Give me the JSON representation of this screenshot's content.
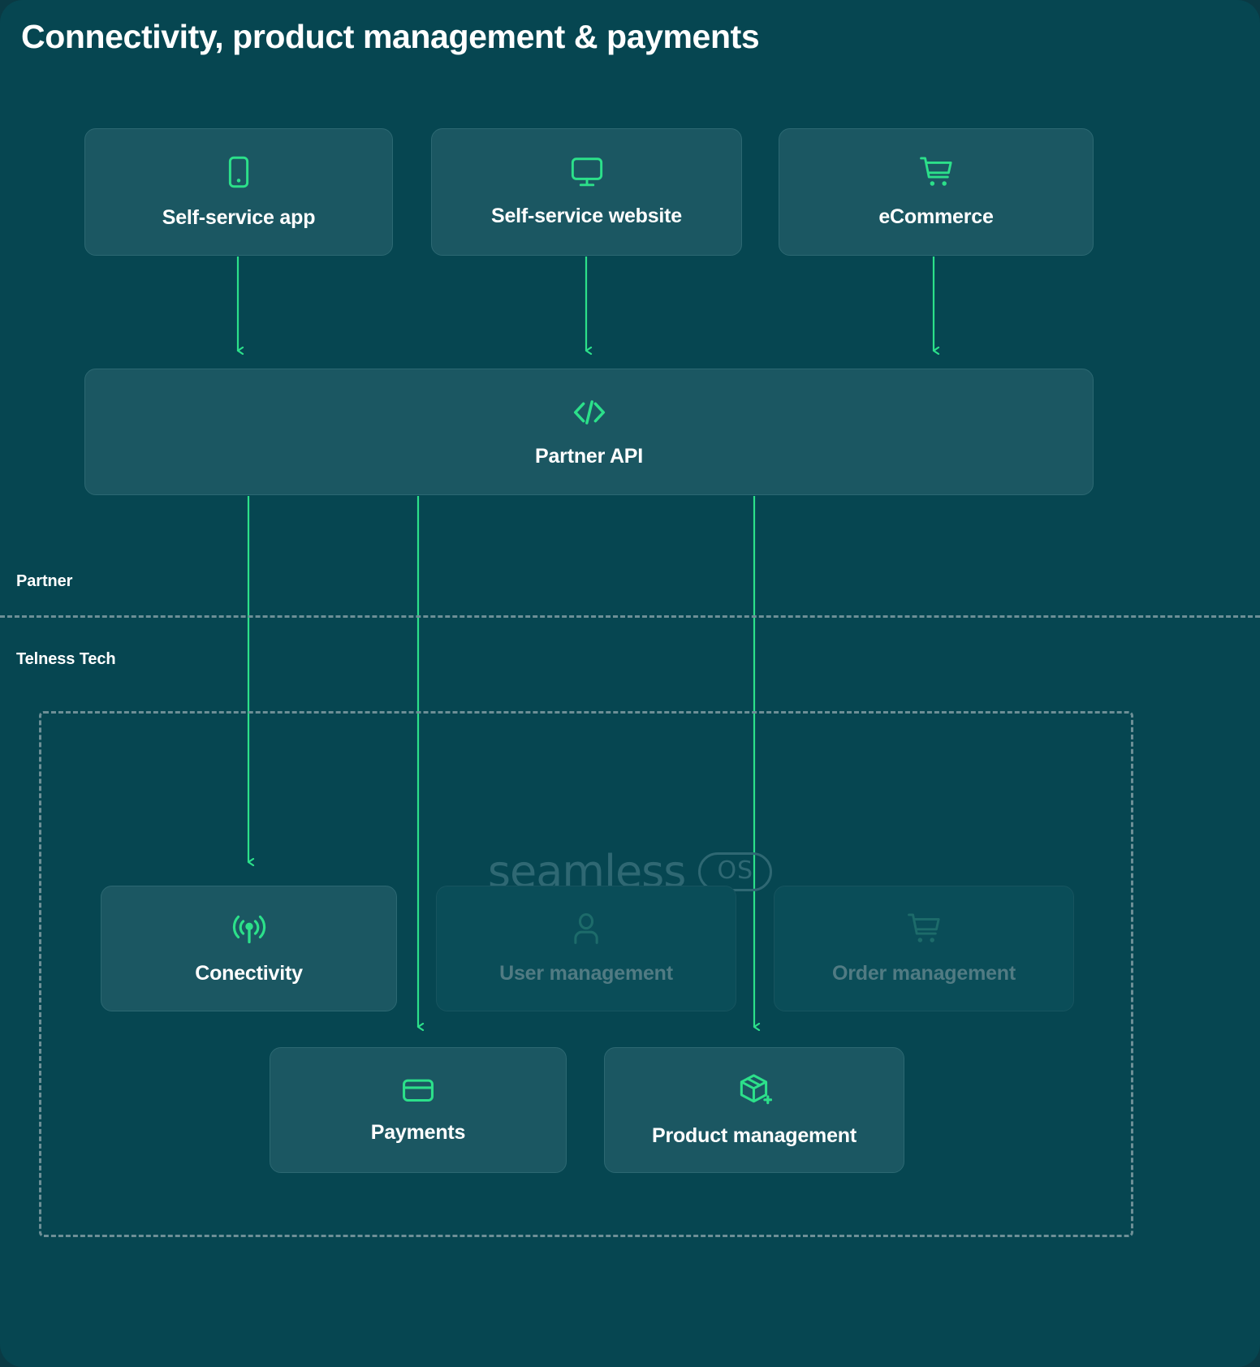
{
  "page": {
    "title": "Connectivity, product management & payments",
    "background_color": "#064651",
    "accent_color": "#2ce08a",
    "card_color": "#1b5762",
    "muted_color": "#517b83"
  },
  "sections": {
    "partner_label": "Partner",
    "telness_label": "Telness Tech"
  },
  "channels": [
    {
      "label": "Self-service app",
      "icon": "mobile-phone-icon",
      "state": "active"
    },
    {
      "label": "Self-service website",
      "icon": "desktop-monitor-icon",
      "state": "active"
    },
    {
      "label": "eCommerce",
      "icon": "shopping-cart-icon",
      "state": "active"
    }
  ],
  "api": {
    "label": "Partner API",
    "icon": "code-brackets-icon"
  },
  "platform": {
    "logo_word": "seamless",
    "logo_badge": "OS"
  },
  "modules": [
    {
      "label": "Conectivity",
      "icon": "broadcast-antenna-icon",
      "state": "active"
    },
    {
      "label": "User management",
      "icon": "person-icon",
      "state": "dim"
    },
    {
      "label": "Order management",
      "icon": "shopping-cart-icon",
      "state": "dim"
    },
    {
      "label": "Payments",
      "icon": "credit-card-icon",
      "state": "active"
    },
    {
      "label": "Product management",
      "icon": "package-plus-icon",
      "state": "active"
    }
  ]
}
